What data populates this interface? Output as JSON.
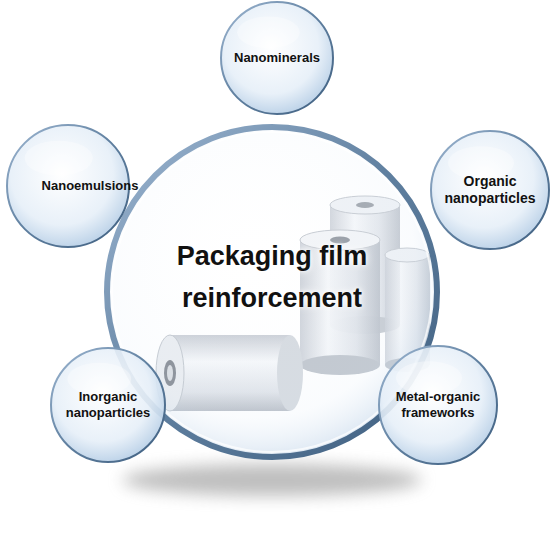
{
  "diagram": {
    "nodes": [
      {
        "text": [
          "Nanominerals"
        ]
      },
      {
        "text": [
          "Nanoemulsions"
        ]
      },
      {
        "text": [
          "Organic nanoparticles"
        ]
      },
      {
        "text": [
          "Packaging film reinforcement"
        ]
      },
      {
        "text": [
          "Inorganic nanoparticles"
        ]
      },
      {
        "text": [
          "Metal-organic frameworks"
        ]
      }
    ]
  }
}
